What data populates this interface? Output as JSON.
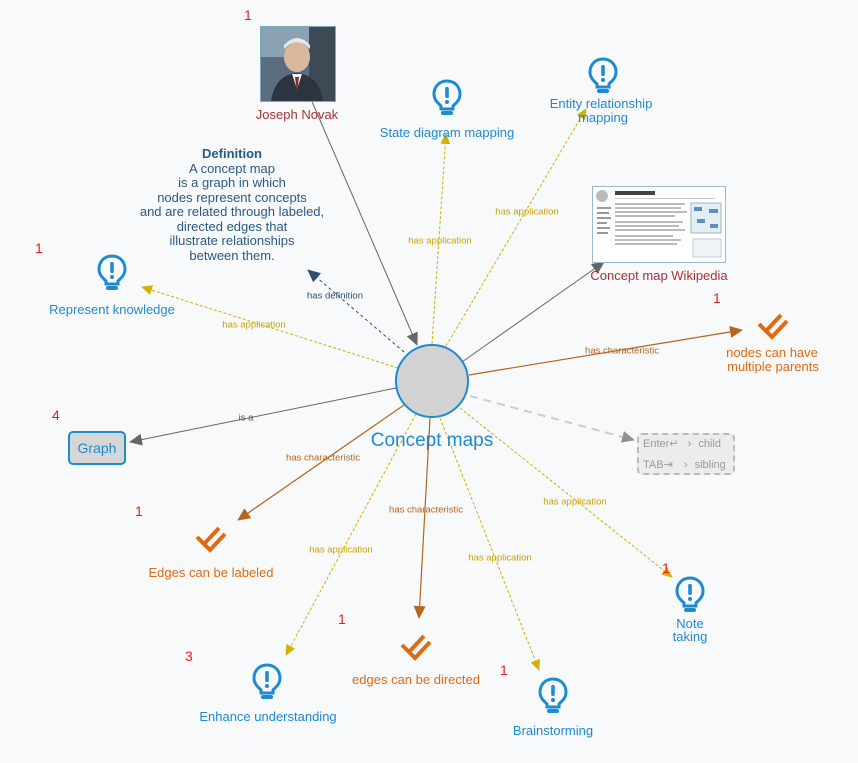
{
  "center": {
    "label": "Concept maps"
  },
  "nodes": {
    "joseph_novak": {
      "label": "Joseph Novak",
      "count": "1"
    },
    "state_diagram": {
      "label": "State diagram mapping"
    },
    "entity_relationship": {
      "label_line1": "Entity relationship",
      "label_line2": "mapping"
    },
    "wikipedia": {
      "label": "Concept map Wikipedia"
    },
    "represent_knowledge": {
      "label": "Represent knowledge",
      "count": "1"
    },
    "multiple_parents": {
      "label_line1": "nodes can have",
      "label_line2": "multiple parents",
      "count": "1"
    },
    "graph": {
      "label": "Graph",
      "count": "4"
    },
    "edges_labeled": {
      "label": "Edges can be labeled",
      "count": "1"
    },
    "edges_directed": {
      "label": "edges can be directed",
      "count": "1"
    },
    "enhance_understanding": {
      "label": "Enhance understanding",
      "count": "3"
    },
    "brainstorming": {
      "label": "Brainstorming",
      "count": "1"
    },
    "note_taking": {
      "label_line1": "Note",
      "label_line2": "taking",
      "count": "1"
    }
  },
  "definition": {
    "title": "Definition",
    "lines": [
      "A concept map",
      "is a graph in which",
      "nodes represent concepts",
      "and are related through labeled,",
      "directed edges that",
      "illustrate relationships",
      "between them."
    ]
  },
  "edge_labels": {
    "has_definition": "has definition",
    "has_application": "has application",
    "has_characteristic": "has characteristic",
    "is_a": "is a"
  },
  "hint": {
    "enter_key": "Enter↵",
    "enter_action": "child",
    "tab_key": "TAB⇥",
    "tab_action": "sibling",
    "separator": "›"
  },
  "colors": {
    "node_blue": "#1e8ad2",
    "person_red": "#a83236",
    "characteristic_orange": "#e06a12",
    "application_edge": "#d4b000",
    "characteristic_edge": "#b5651d",
    "neutral_edge": "#666666",
    "count_red": "#e02020"
  },
  "icons": {
    "application": "lightbulb-icon",
    "characteristic": "double-check-icon"
  }
}
